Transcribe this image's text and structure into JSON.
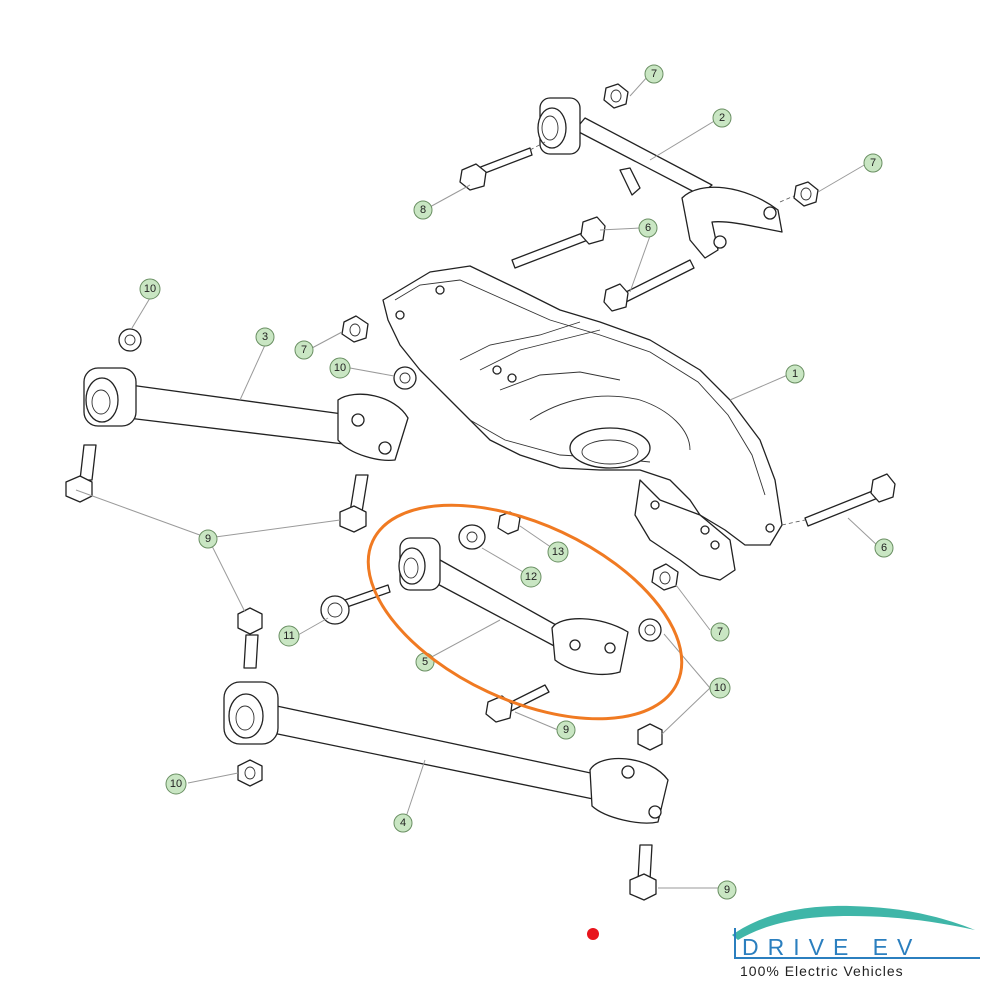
{
  "diagram": {
    "callouts": [
      {
        "id": "c-2",
        "label": "2"
      },
      {
        "id": "c-7a",
        "label": "7"
      },
      {
        "id": "c-7b",
        "label": "7"
      },
      {
        "id": "c-8",
        "label": "8"
      },
      {
        "id": "c-6a",
        "label": "6"
      },
      {
        "id": "c-10a",
        "label": "10"
      },
      {
        "id": "c-3",
        "label": "3"
      },
      {
        "id": "c-7c",
        "label": "7"
      },
      {
        "id": "c-10b",
        "label": "10"
      },
      {
        "id": "c-1",
        "label": "1"
      },
      {
        "id": "c-9a",
        "label": "9"
      },
      {
        "id": "c-13",
        "label": "13"
      },
      {
        "id": "c-12",
        "label": "12"
      },
      {
        "id": "c-6b",
        "label": "6"
      },
      {
        "id": "c-11",
        "label": "11"
      },
      {
        "id": "c-7d",
        "label": "7"
      },
      {
        "id": "c-5",
        "label": "5"
      },
      {
        "id": "c-10c",
        "label": "10"
      },
      {
        "id": "c-9b",
        "label": "9"
      },
      {
        "id": "c-10d",
        "label": "10"
      },
      {
        "id": "c-4",
        "label": "4"
      },
      {
        "id": "c-9c",
        "label": "9"
      }
    ],
    "highlight_color": "#f07a22",
    "marker_color": "#e8141c",
    "callout_color": "#c9e6c3"
  },
  "logo": {
    "brand": "DRIVE EV",
    "tagline": "100% Electric Vehicles",
    "brand_color": "#2b7fbf",
    "swoosh_color": "#3fb6a8"
  }
}
